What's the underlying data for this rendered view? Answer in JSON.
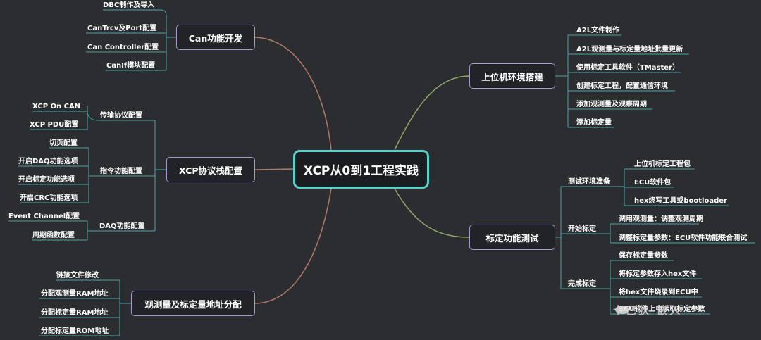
{
  "root": {
    "title": "XCP从0到1工程实践"
  },
  "branches": [
    {
      "label": "Can功能开发",
      "leaves": [
        "DBC制作及导入",
        "CanTrcv及Port配置",
        "Can Controller配置",
        "CanIf模块配置"
      ]
    },
    {
      "label": "XCP协议栈配置",
      "groups": [
        {
          "label": "传输协议配置",
          "leaves": [
            "XCP On CAN",
            "XCP PDU配置"
          ]
        },
        {
          "label": "指令功能配置",
          "leaves": [
            "切页配置",
            "开启DAQ功能选项",
            "开启标定功能选项",
            "开启CRC功能选项"
          ]
        },
        {
          "label": "DAQ功能配置",
          "leaves": [
            "Event Channel配置",
            "周期函数配置"
          ]
        }
      ]
    },
    {
      "label": "观测量及标定量地址分配",
      "leaves": [
        "链接文件修改",
        "分配观测量RAM地址",
        "分配标定量RAM地址",
        "分配标定量ROM地址"
      ]
    },
    {
      "label": "上位机环境搭建",
      "leaves": [
        "A2L文件制作",
        "A2L观测量与标定量地址批量更新",
        "使用标定工具软件（TMaster）",
        "创建标定工程，配置通信环境",
        "添加观测量及观察周期",
        "添加标定量"
      ]
    },
    {
      "label": "标定功能测试",
      "groups": [
        {
          "label": "测试环境准备",
          "leaves": [
            "上位机标定工程包",
            "ECU软件包",
            "hex烧写工具或bootloader"
          ]
        },
        {
          "label": "开始标定",
          "leaves": [
            "调用观测量：调整观测周期",
            "调整标定量参数：ECU软件功能联合测试"
          ]
        },
        {
          "label": "完成标定",
          "leaves": [
            "保存标定量参数",
            "将标定参数存入hex文件",
            "将hex文件烧录到ECU中",
            "ECU软件上电读取标定参数"
          ]
        }
      ]
    }
  ],
  "watermark": {
    "text": "卡巴狄 嵌入"
  },
  "colors": {
    "background": "#2b2d30",
    "root_border": "#5ad1c8",
    "node_border": "#a39bd0",
    "underline": "#4ba3a6"
  }
}
